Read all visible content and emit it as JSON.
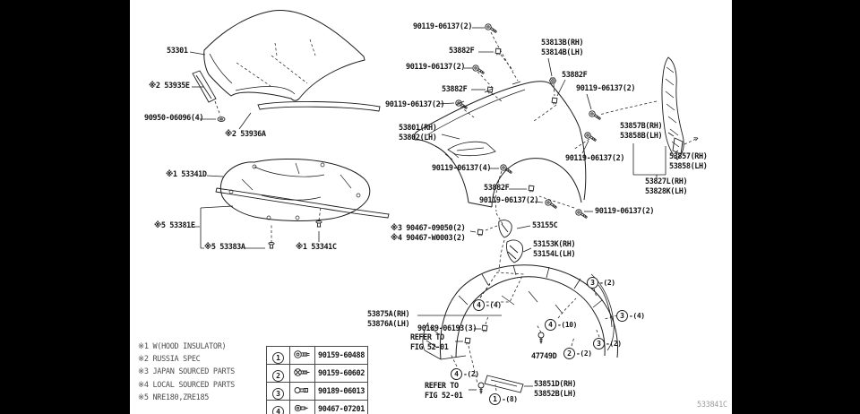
{
  "page": {
    "footer_code": "533841C",
    "labels": {
      "hood": "53301",
      "hood_seal_side": "※2 53935E",
      "hood_clip": "90950-06096(4)",
      "hood_seal_front": "※2 53936A",
      "hood_insulator": "※1 53341D",
      "insulator_seal": "※5 53381E",
      "insulator_clip": "※5 53383A",
      "insulator_retainer": "※1 53341C",
      "fender_bolt_x2": "90119-06137(2)",
      "fender_bolt_x4": "90119-06137(4)",
      "fender_clip": "53882F",
      "fender_brace": "53813B(RH)\n53814B(LH)",
      "fender": "53801(RH)\n53802(LH)",
      "apron_seal_rear": "53857B(RH)\n53858B(LH)",
      "apron_seal": "53857(RH)\n53858(LH)",
      "fender_protector": "53827L(RH)\n53828K(LH)",
      "pad_screws": "※3 90467-09050(2)\n※4 90467-W0003(2)",
      "fender_pad": "53155C",
      "fender_seal": "53153K(RH)\n53154L(LH)",
      "fender_liner": "53875A(RH)\n53876A(LH)",
      "liner_screw": "90189-06193(3)",
      "refer_note": "REFER TO\nFIG 52-01",
      "liner_grommet": "47749D",
      "mudguard": "53851D(RH)\n53852B(LH)"
    },
    "callouts": [
      {
        "n": "4",
        "q": "-(4)"
      },
      {
        "n": "4",
        "q": "-(10)"
      },
      {
        "n": "3",
        "q": "-(2)"
      },
      {
        "n": "3",
        "q": "-(4)"
      },
      {
        "n": "3",
        "q": "-(2)"
      },
      {
        "n": "2",
        "q": "-(2)"
      },
      {
        "n": "4",
        "q": "-(2)"
      },
      {
        "n": "1",
        "q": "-(8)"
      }
    ],
    "notes": [
      "※1 W(HOOD INSULATOR)",
      "※2 RUSSIA SPEC",
      "※3 JAPAN SOURCED PARTS",
      "※4 LOCAL SOURCED PARTS",
      "※5 NRE180,ZRE185"
    ],
    "fastener_table": {
      "rows": [
        {
          "index": "1",
          "part_number": "90159-60488"
        },
        {
          "index": "2",
          "part_number": "90159-60602"
        },
        {
          "index": "3",
          "part_number": "90189-06013"
        },
        {
          "index": "4",
          "part_number": "90467-07201"
        }
      ]
    }
  }
}
